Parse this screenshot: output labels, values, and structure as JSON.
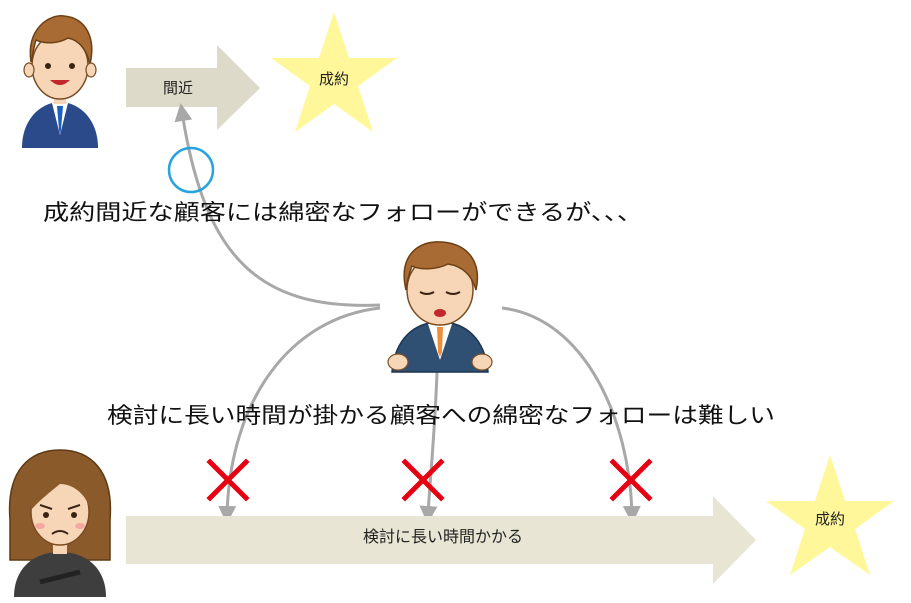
{
  "top": {
    "arrow_label": "間近",
    "star_label": "成約"
  },
  "caption_top": "成約間近な顧客には綿密なフォローができるが、、、",
  "caption_bottom": "検討に長い時間が掛かる顧客への綿密なフォローは難しい",
  "bottom": {
    "arrow_label": "検討に長い時間かかる",
    "star_label": "成約"
  },
  "colors": {
    "arrow_fill": "#dddac9",
    "star_fill": "#fff799",
    "curve": "#a8a8a8",
    "cross": "#e60012",
    "circle": "#29a3df"
  }
}
